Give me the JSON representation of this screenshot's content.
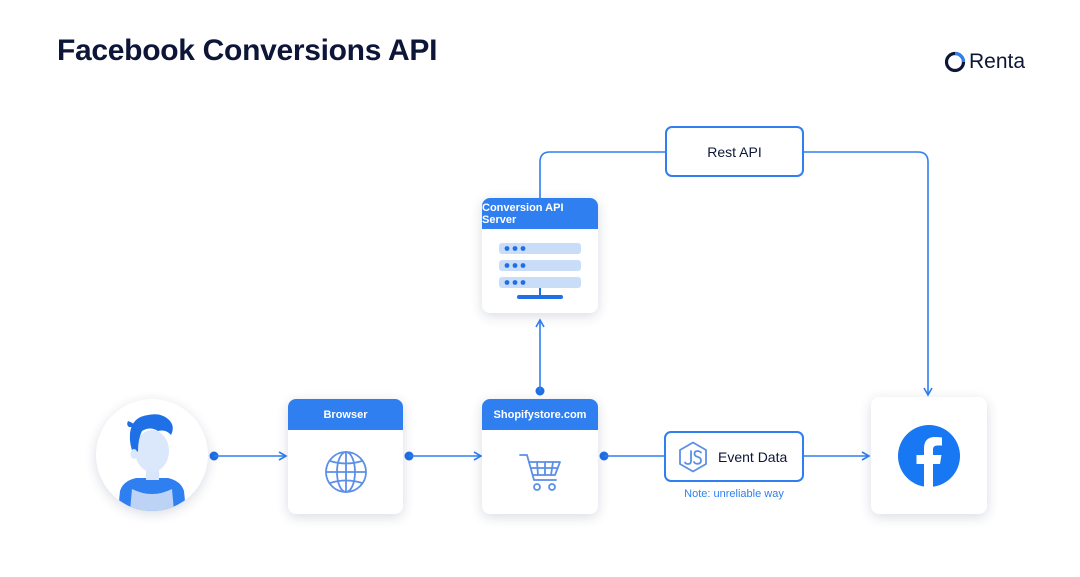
{
  "title": "Facebook Conversions API",
  "brand": {
    "name": "Renta"
  },
  "colors": {
    "accent": "#2f7ff0",
    "dark": "#0d1638",
    "light": "#dbe7fb",
    "facebook": "#1877f2"
  },
  "nodes": {
    "user": {
      "icon": "user-avatar-icon"
    },
    "browser": {
      "label": "Browser",
      "icon": "globe-icon"
    },
    "store": {
      "label": "Shopifystore.com",
      "icon": "shopping-cart-icon"
    },
    "server": {
      "label": "Conversion API Server",
      "icon": "server-rack-icon"
    },
    "rest_api": {
      "label": "Rest API"
    },
    "event_data": {
      "label": "Event Data",
      "icon": "nodejs-icon"
    },
    "facebook": {
      "icon": "facebook-logo-icon"
    }
  },
  "note": "Note: unreliable way"
}
